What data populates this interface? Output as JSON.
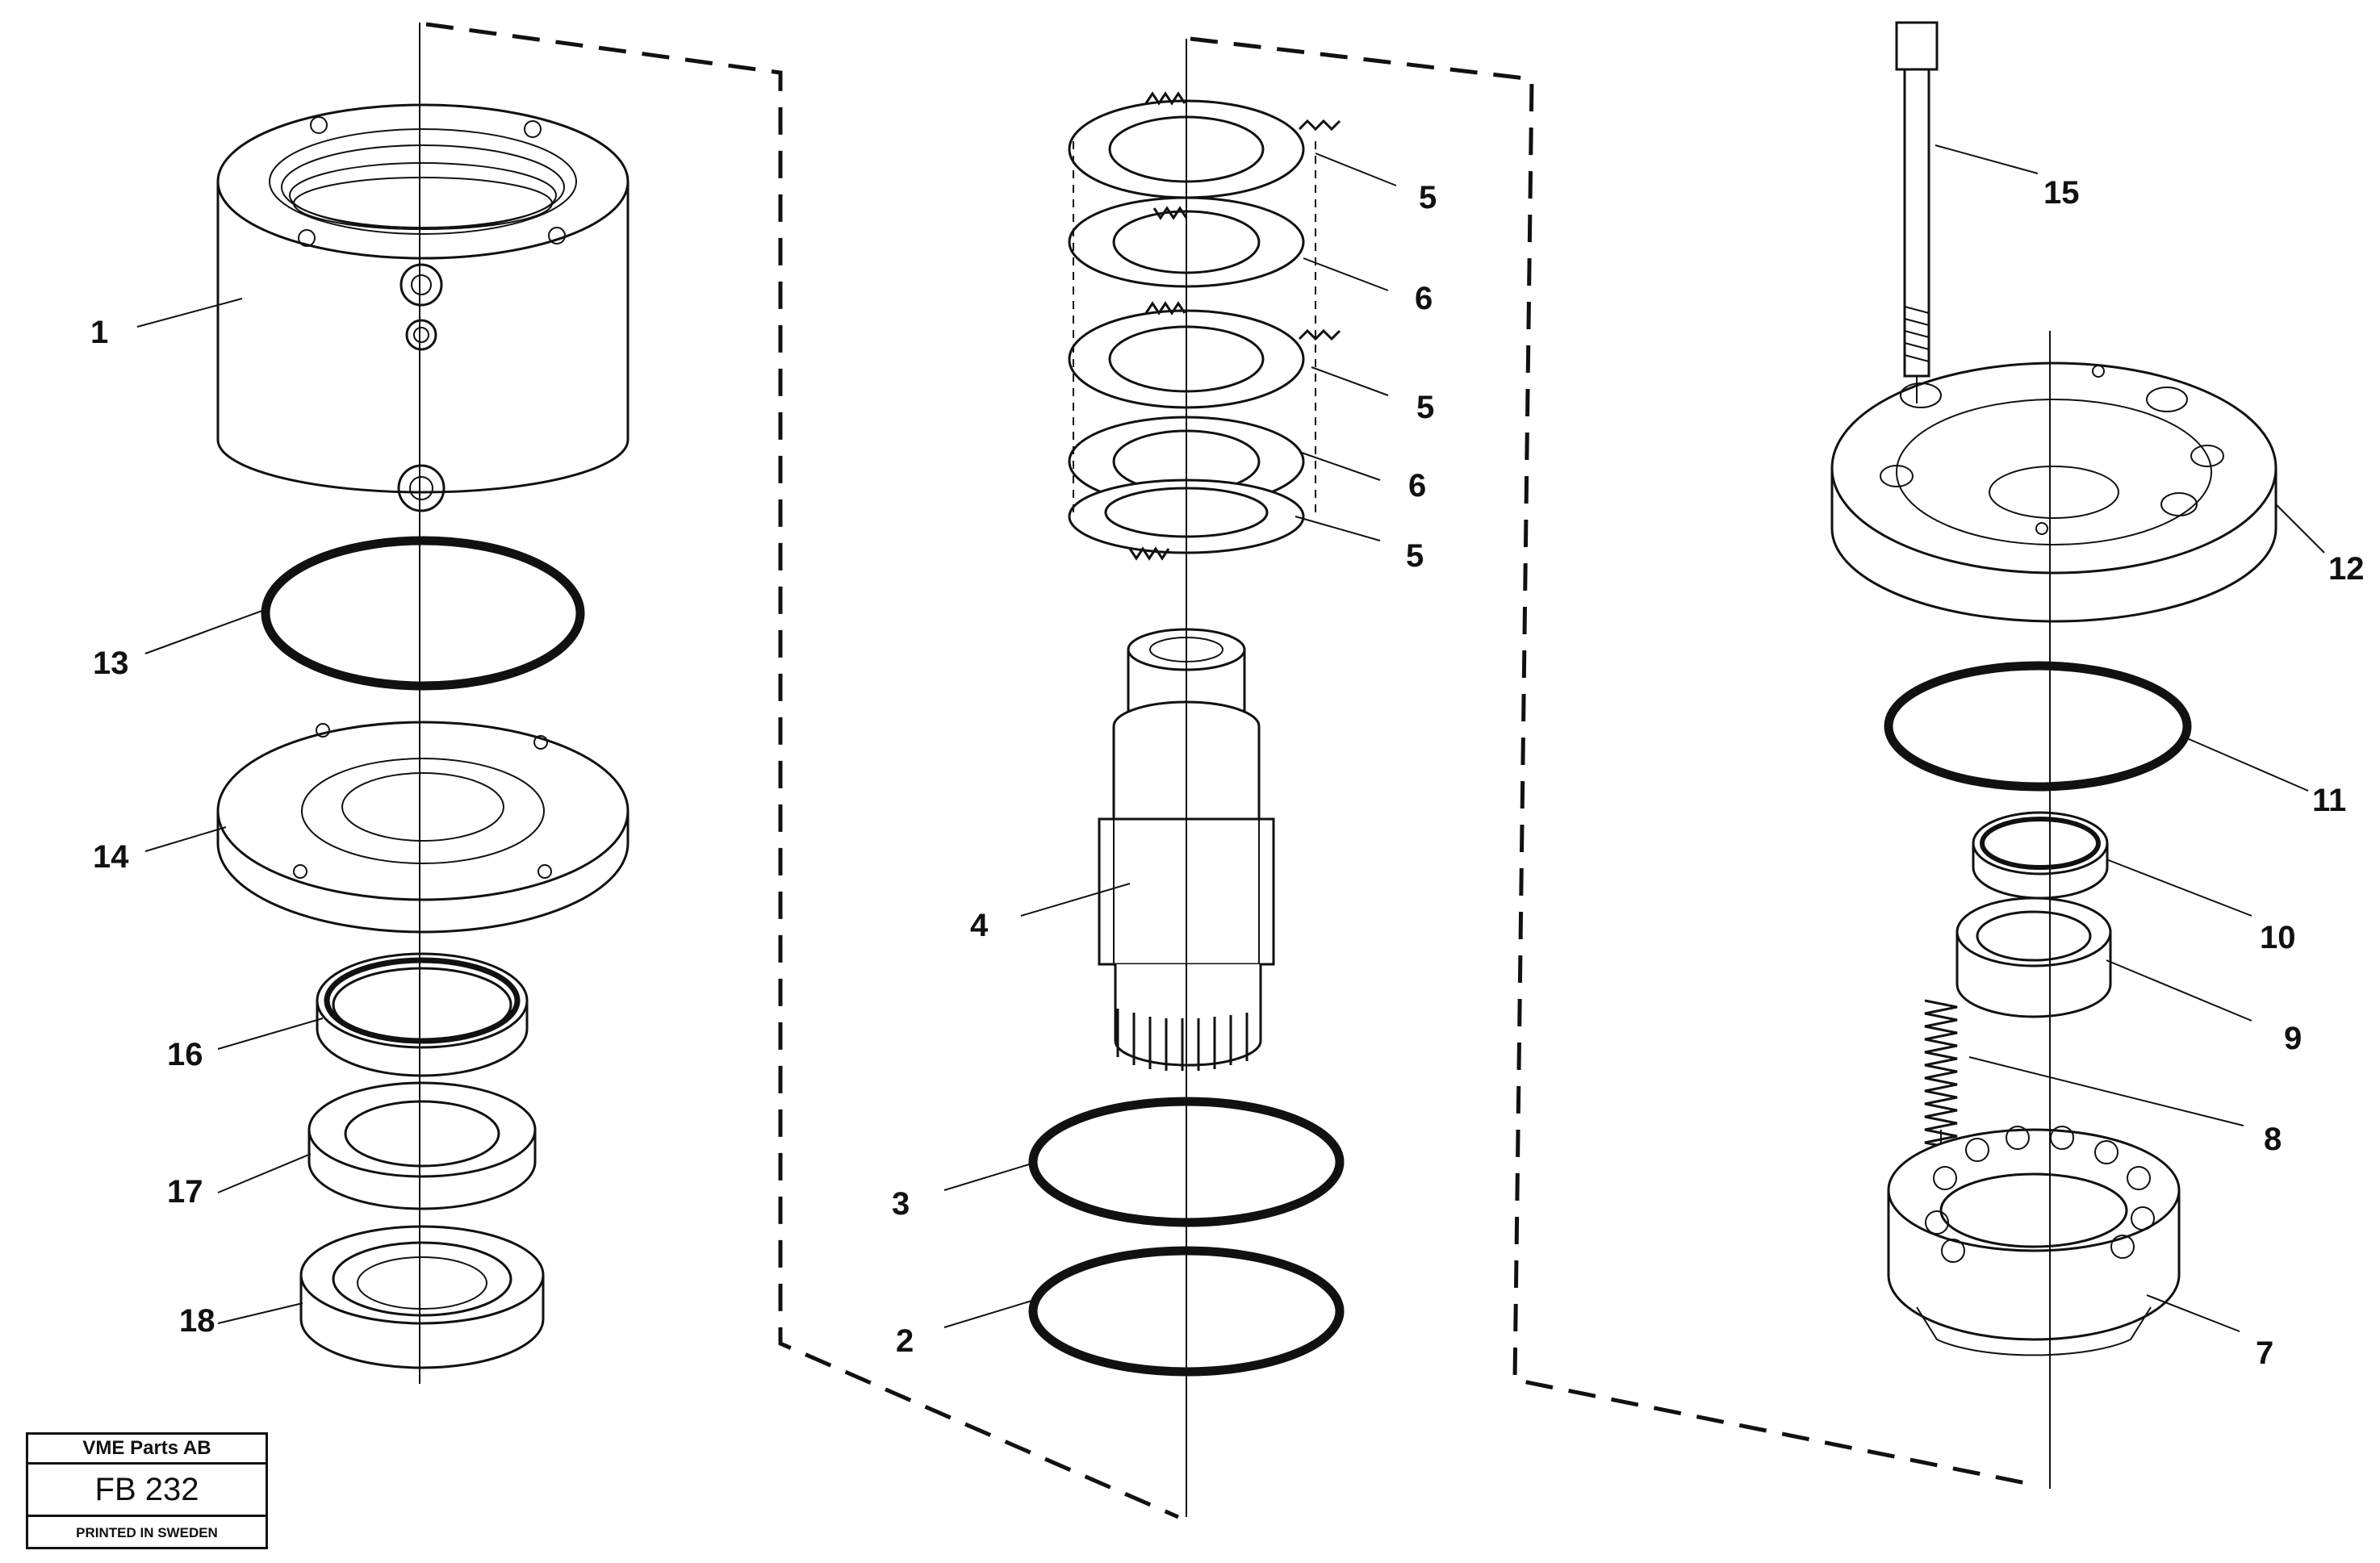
{
  "labels": {
    "p1": "1",
    "p2": "2",
    "p3": "3",
    "p4": "4",
    "p5a": "5",
    "p5b": "5",
    "p5c": "5",
    "p6a": "6",
    "p6b": "6",
    "p7": "7",
    "p8": "8",
    "p9": "9",
    "p10": "10",
    "p11": "11",
    "p12": "12",
    "p13": "13",
    "p14": "14",
    "p15": "15",
    "p16": "16",
    "p17": "17",
    "p18": "18"
  },
  "titleblock": {
    "company": "VME Parts AB",
    "code": "FB 232",
    "printed": "PRINTED IN SWEDEN"
  }
}
